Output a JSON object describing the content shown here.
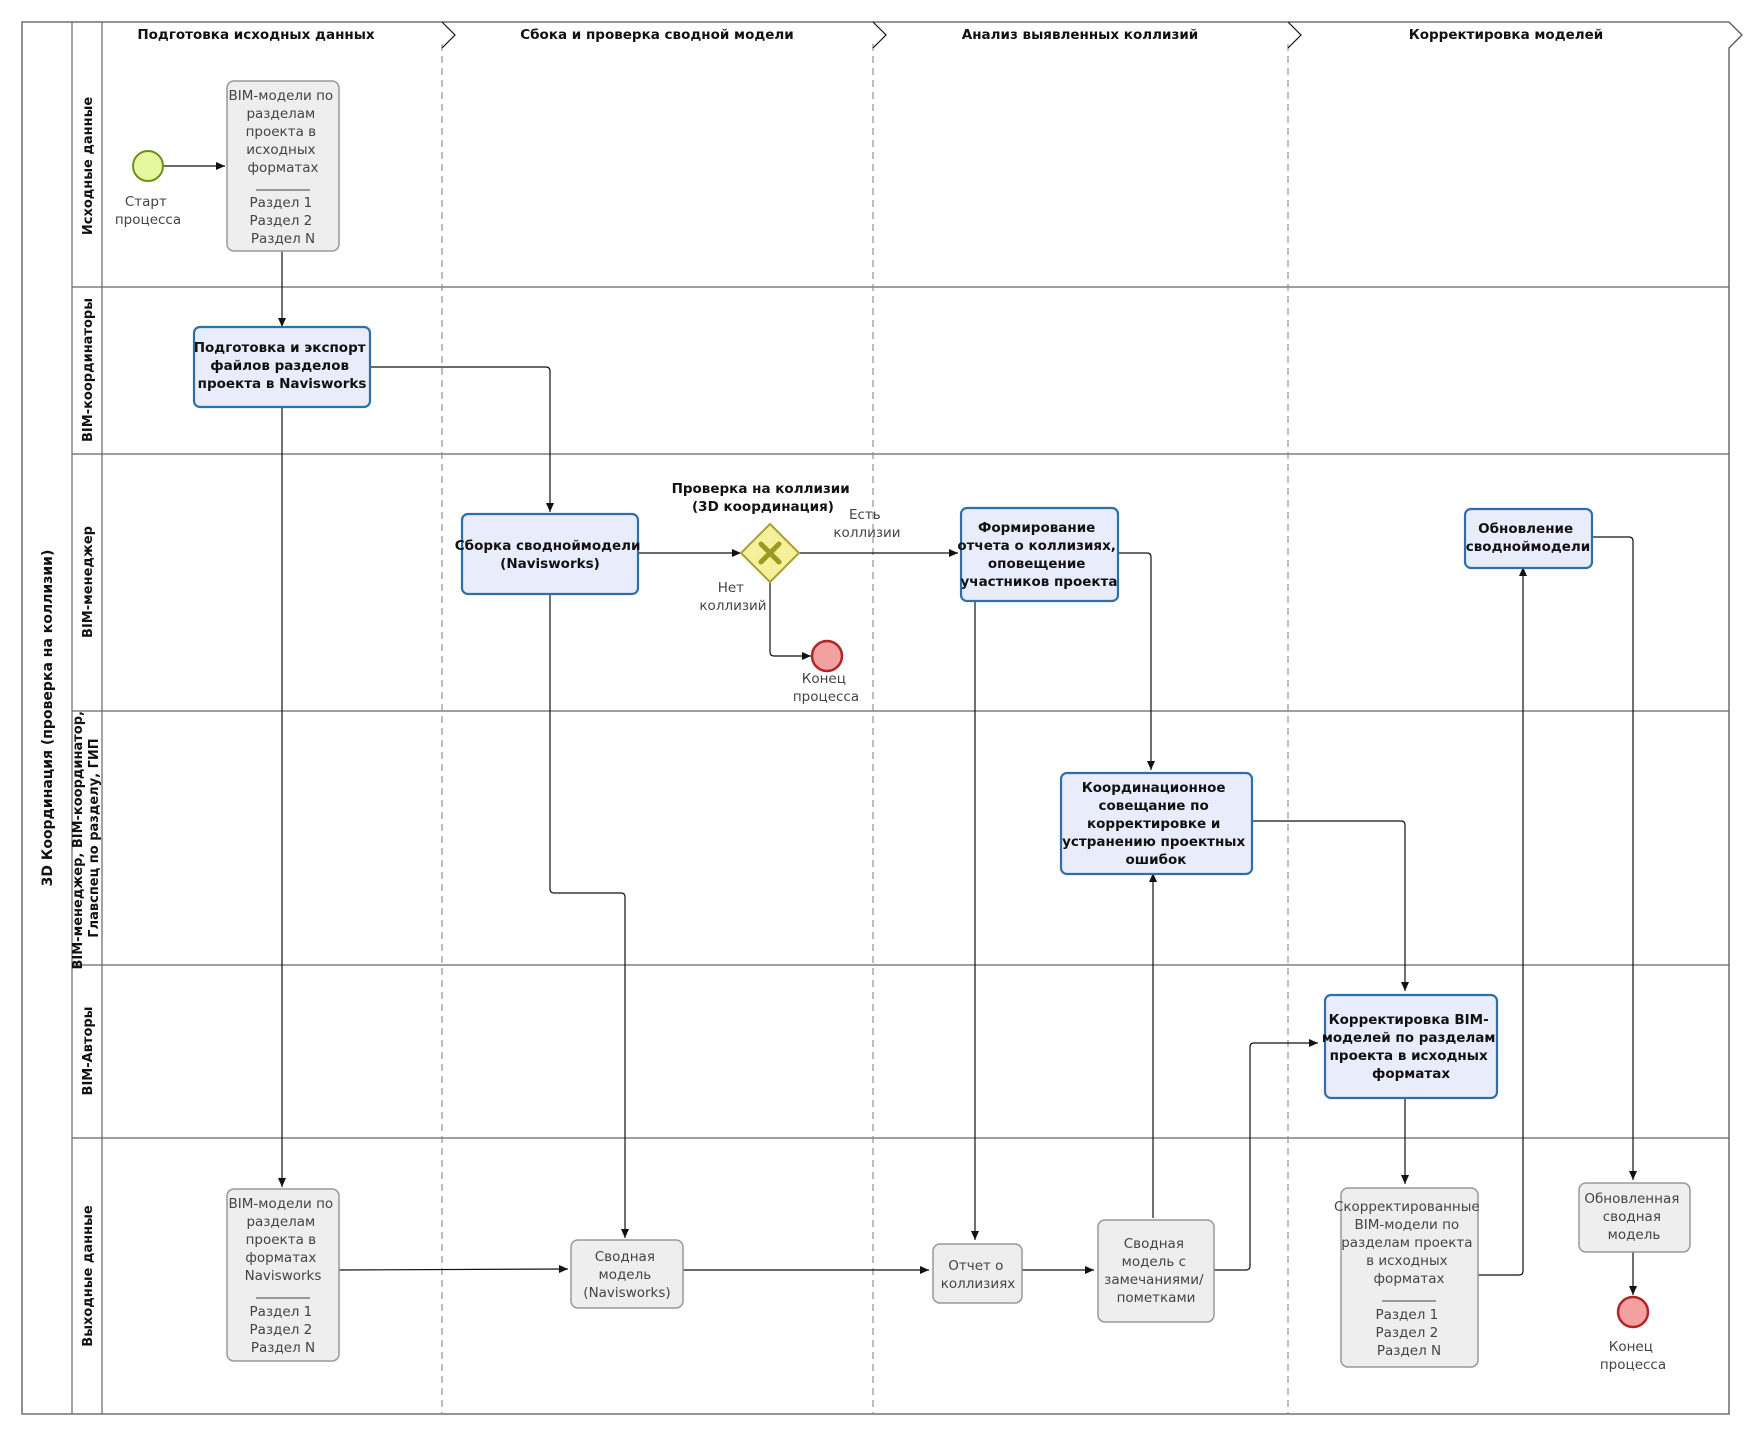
{
  "pool": {
    "title": "3D Координация (проверка на коллизии)"
  },
  "phases": [
    "Подготовка исходных данных",
    "Сбока и проверка сводной модели",
    "Анализ выявленных коллизий",
    "Корректировка моделей"
  ],
  "lanes": [
    [
      "Исходные данные"
    ],
    [
      "BIM-координаторы"
    ],
    [
      "BIM-менеджер"
    ],
    [
      "BIM-менеджер,  BIM-координатор,",
      "Главспец по разделу, ГИП"
    ],
    [
      "BIM-Авторы"
    ],
    [
      "Выходные данные"
    ]
  ],
  "events": {
    "start": {
      "label": [
        "Старт",
        "процесса"
      ]
    },
    "end_no_collisions": {
      "label": [
        "Конец",
        "процесса"
      ]
    },
    "end_final": {
      "label": [
        "Конец",
        "процесса"
      ]
    }
  },
  "gateway": {
    "title": [
      "Проверка на коллизии",
      "(3D координация)"
    ],
    "yes_label": [
      "Есть",
      "коллизии"
    ],
    "no_label": [
      "Нет",
      "коллизий"
    ]
  },
  "tasks": {
    "prepare_export": [
      "Подготовка и экспорт",
      "файлов разделов",
      "проекта в Navisworks"
    ],
    "assemble_model": [
      "Сборка своднoймодели",
      "(Navisworks)"
    ],
    "collision_report": [
      "Формирование",
      "отчета о коллизиях,",
      "оповещение",
      "участников проекта"
    ],
    "update_model": [
      "Обновление",
      "своднoймодели"
    ],
    "coordination_meeting": [
      "Координационное",
      "совещание по",
      "корректировке и",
      "устранению проектных",
      "ошибок"
    ],
    "correct_models": [
      "Корректировка BIM-",
      "моделей по разделам",
      "проекта в исходных",
      "форматах"
    ]
  },
  "data_objects": {
    "source_models": {
      "lines": [
        "BIM-модели по",
        "разделам",
        "проекта в",
        "исходных",
        "форматах"
      ],
      "sections": [
        "Раздел 1",
        "Раздел 2",
        "Раздел N"
      ]
    },
    "nwc_models": {
      "lines": [
        "BIM-модели по",
        "разделам",
        "проекта в",
        "форматах",
        "Navisworks"
      ],
      "sections": [
        "Раздел 1",
        "Раздел 2",
        "Раздел N"
      ]
    },
    "federated_model": {
      "lines": [
        "Сводная",
        "модель",
        "(Navisworks)"
      ]
    },
    "collision_report_doc": {
      "lines": [
        "Отчет о",
        "коллизиях"
      ]
    },
    "annotated_model": {
      "lines": [
        "Сводная",
        "модель  с",
        "замечаниями/",
        "пометками"
      ]
    },
    "corrected_models": {
      "lines": [
        "Скорректированные",
        "BIM-модели по",
        "разделам проекта",
        "в исходных",
        "форматах"
      ],
      "sections": [
        "Раздел 1",
        "Раздел 2",
        "Раздел N"
      ]
    },
    "updated_model": {
      "lines": [
        "Обновленная",
        "сводная",
        "модель"
      ]
    }
  },
  "colors": {
    "task_fill": "#e9ecfb",
    "task_stroke": "#2f6fa8",
    "data_fill": "#eeeeee",
    "data_stroke": "#999999",
    "start_fill": "#e6f7a0",
    "start_stroke": "#6f8f1a",
    "end_fill": "#f3a0a0",
    "end_stroke": "#b02525",
    "gateway_fill": "#f5f09a",
    "gateway_stroke": "#a8a030"
  }
}
